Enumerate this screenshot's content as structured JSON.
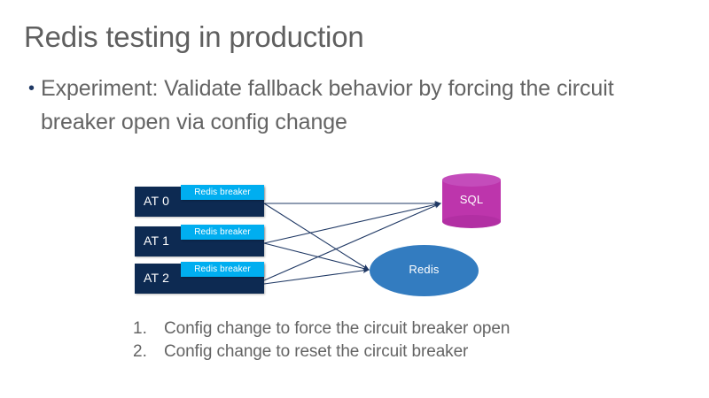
{
  "slide": {
    "title": "Redis testing in production",
    "bullet": {
      "marker": "•",
      "text": "Experiment: Validate fallback behavior by forcing the circuit breaker open via config change"
    }
  },
  "diagram": {
    "app_tier_nodes": [
      {
        "label": "AT 0",
        "breaker_label": "Redis breaker"
      },
      {
        "label": "AT 1",
        "breaker_label": "Redis breaker"
      },
      {
        "label": "AT 2",
        "breaker_label": "Redis breaker"
      }
    ],
    "datastores": {
      "sql": {
        "label": "SQL"
      },
      "redis": {
        "label": "Redis"
      }
    }
  },
  "steps": [
    {
      "number": "1.",
      "text": "Config change to force the circuit breaker open"
    },
    {
      "number": "2.",
      "text": "Config change to reset the circuit breaker"
    }
  ],
  "colors": {
    "title_gray": "#5f5f5f",
    "body_gray": "#646464",
    "node_navy": "#0d2a52",
    "breaker_cyan": "#00aef0",
    "sql_magenta": "#bd35ac",
    "redis_blue": "#337cc0",
    "connector_navy": "#1f3864",
    "bullet_navy": "#1f3864",
    "background": "#ffffff"
  }
}
